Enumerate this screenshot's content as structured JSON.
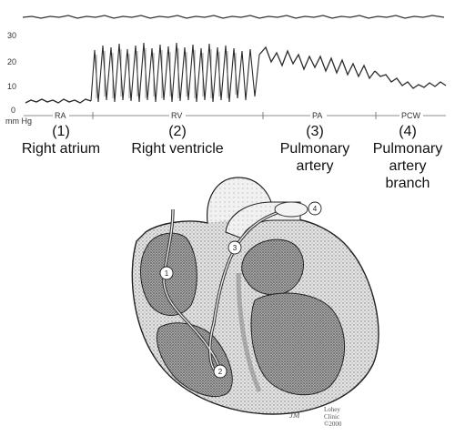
{
  "tracing": {
    "y_ticks": [
      "30",
      "20",
      "10",
      "0"
    ],
    "unit": "mm Hg",
    "segments": [
      "RA",
      "RV",
      "PA",
      "PCW"
    ]
  },
  "captions": [
    {
      "num": "(1)",
      "line1": "Right atrium",
      "line2": "",
      "line3": ""
    },
    {
      "num": "(2)",
      "line1": "Right ventricle",
      "line2": "",
      "line3": ""
    },
    {
      "num": "(3)",
      "line1": "Pulmonary",
      "line2": "artery",
      "line3": ""
    },
    {
      "num": "(4)",
      "line1": "Pulmonary",
      "line2": "artery",
      "line3": "branch"
    }
  ],
  "markers": [
    "1",
    "2",
    "3",
    "4"
  ],
  "signature": {
    "initials": "JM",
    "credit_line1": "Lohey",
    "credit_line2": "Clinic",
    "credit_line3": "©2000"
  }
}
